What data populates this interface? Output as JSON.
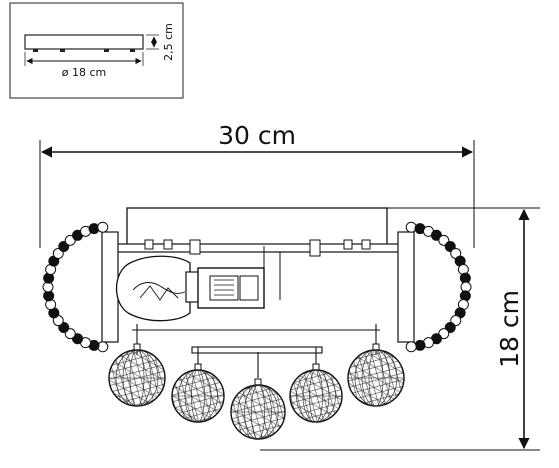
{
  "inset": {
    "diameter_label": "ø 18 cm",
    "height_label": "2,5 cm"
  },
  "main": {
    "width_label": "30 cm",
    "height_label": "18 cm"
  }
}
